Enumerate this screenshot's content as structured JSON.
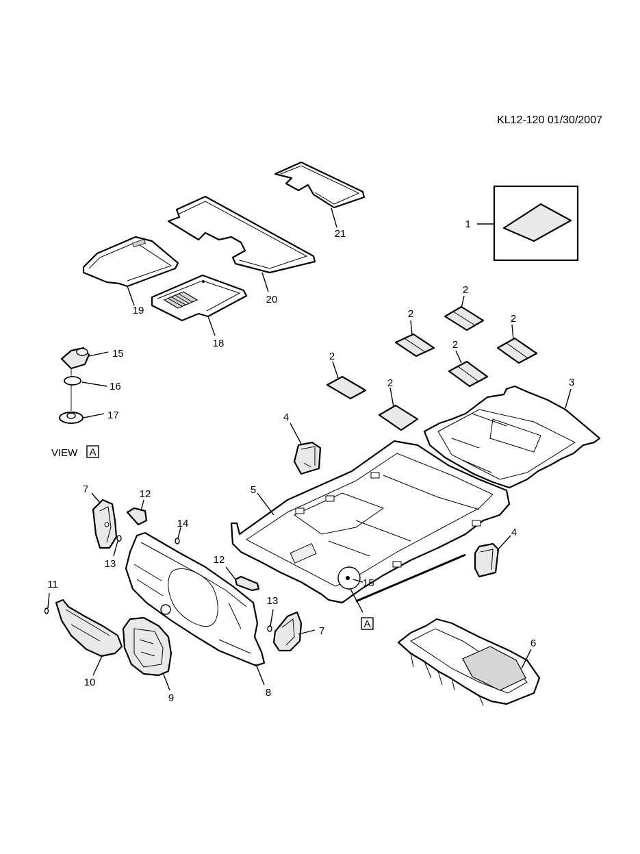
{
  "header": {
    "diagram_id": "KL12-120  01/30/2007"
  },
  "view": {
    "label": "VIEW",
    "box_letter": "A"
  },
  "callouts": {
    "c1": "1",
    "c2": "2",
    "c3": "3",
    "c4": "4",
    "c5": "5",
    "c6": "6",
    "c7": "7",
    "c8": "8",
    "c9": "9",
    "c10": "10",
    "c11": "11",
    "c12": "12",
    "c13": "13",
    "c14": "14",
    "c15": "15",
    "c16": "16",
    "c17": "17",
    "c18": "18",
    "c19": "19",
    "c20": "20",
    "c21": "21",
    "cA": "A"
  }
}
